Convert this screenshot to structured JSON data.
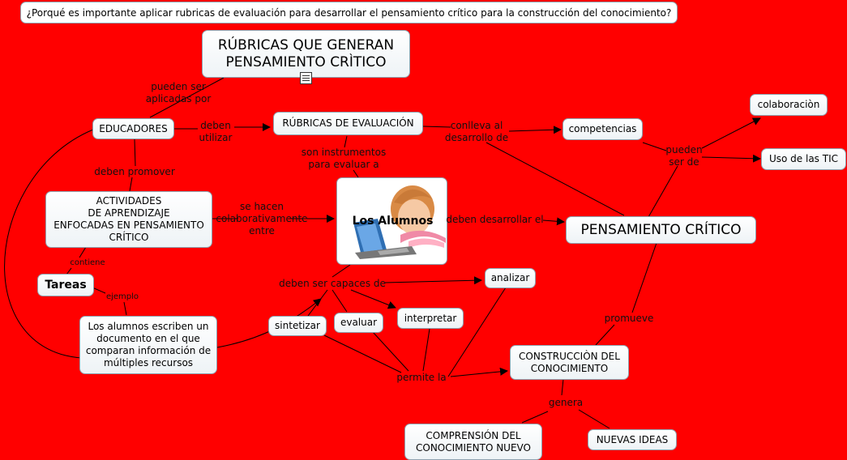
{
  "question": "¿Porqué es importante aplicar rubricas de evaluación para desarrollar el pensamiento crítico para la construcción del conocimiento?",
  "nodes": {
    "title": "RÚBRICAS QUE GENERAN\nPENSAMIENTO CRÌTICO",
    "educadores": "EDUCADORES",
    "rubricas_evaluacion": "RÚBRICAS DE EVALUACIÓN",
    "competencias": "competencias",
    "colaboracion": "colaboraciòn",
    "uso_tic": "Uso de las TIC",
    "actividades": "ACTIVIDADES\nDE APRENDIZAJE\nENFOCADAS EN PENSAMIENTO\nCRÍTICO",
    "alumnos": "Los Alumnos",
    "pensamiento_critico": "PENSAMIENTO CRÍTICO",
    "tareas": "Tareas",
    "ejemplo_texto": "Los alumnos escriben un\ndocumento en el que\ncomparan información de\nmúltiples recursos",
    "analizar": "analizar",
    "sintetizar": "sintetizar",
    "evaluar": "evaluar",
    "interpretar": "interpretar",
    "construccion": "CONSTRUCCIÒN DEL\nCONOCIMIENTO",
    "comprension": "COMPRENSIÓN DEL\nCONOCIMIENTO NUEVO",
    "nuevas_ideas": "NUEVAS IDEAS"
  },
  "labels": {
    "pueden_ser_aplicadas": "pueden ser\naplicadas por",
    "deben_utilizar": "deben\nutilizar",
    "conlleva": "conlleva al\ndesarrollo de",
    "pueden_ser_de": "pueden\nser de",
    "son_instrumentos": "son instrumentos\npara evaluar a",
    "deben_promover": "deben promover",
    "se_hacen": "se hacen\ncolaborativamente\nentre",
    "deben_desarrollar": "deben desarrollar el",
    "contiene": "contiene",
    "ejemplo": "ejemplo",
    "deben_ser_capaces": "deben ser capaces de",
    "permite_la": "permite la",
    "promueve": "promueve",
    "genera": "genera"
  },
  "colors": {
    "background": "#ff0000",
    "node_border": "#8fa3b0",
    "connector": "#000000"
  }
}
